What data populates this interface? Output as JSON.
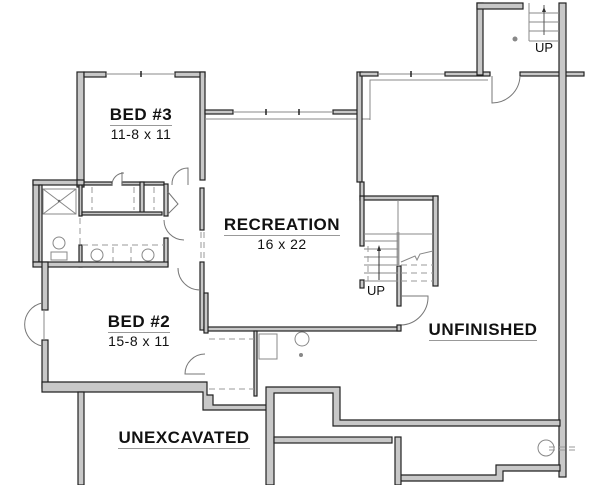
{
  "plan": {
    "rooms": [
      {
        "id": "bed3",
        "name": "BED #3",
        "dims": "11-8 x 11"
      },
      {
        "id": "bed2",
        "name": "BED #2",
        "dims": "15-8 x 11"
      },
      {
        "id": "recreation",
        "name": "RECREATION",
        "dims": "16 x 22"
      },
      {
        "id": "unfinished",
        "name": "UNFINISHED",
        "dims": ""
      },
      {
        "id": "unexcavated",
        "name": "UNEXCAVATED",
        "dims": ""
      }
    ],
    "stairs": [
      {
        "id": "stair-main",
        "label": "UP"
      },
      {
        "id": "stair-upper",
        "label": "UP"
      }
    ],
    "colors": {
      "wall_fill": "#c8c8c8",
      "wall_line": "#222222",
      "thin_line": "#888888"
    }
  }
}
